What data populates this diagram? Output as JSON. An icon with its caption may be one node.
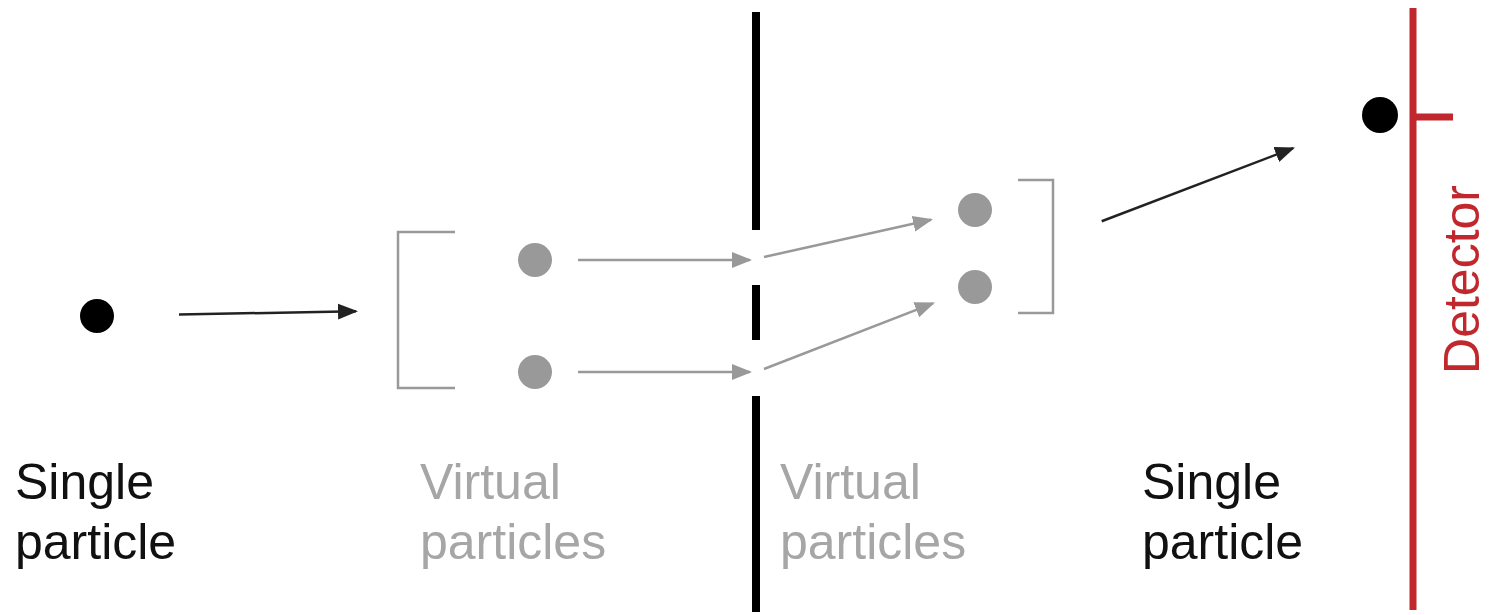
{
  "diagram": {
    "nodes": [
      {
        "text": [],
        "shape": "circle"
      },
      {
        "text": [],
        "shape": "bracket"
      },
      {
        "text": [],
        "shape": "circle"
      },
      {
        "text": [],
        "shape": "circle"
      },
      {
        "text": [],
        "shape": "circle"
      },
      {
        "text": [],
        "shape": "circle"
      },
      {
        "text": [],
        "shape": "bracket"
      },
      {
        "text": [],
        "shape": "circle"
      },
      {
        "text": [],
        "shape": "bar",
        "beside": [
          "Detector"
        ]
      }
    ],
    "edges": [
      {
        "from": 0,
        "to": 1,
        "arrow": "to",
        "color": "#222222"
      },
      {
        "from": 2,
        "to": null,
        "arrow": "to"
      },
      {
        "from": 3,
        "to": null,
        "arrow": "to"
      },
      {
        "from": null,
        "to": 4,
        "arrow": "to"
      },
      {
        "from": null,
        "to": 5,
        "arrow": "to"
      },
      {
        "from": 6,
        "to": 7,
        "arrow": "to",
        "color": "#222222"
      }
    ],
    "labels": [
      "Single particle",
      "Virtual particles",
      "Virtual particles",
      "Single particle"
    ]
  }
}
